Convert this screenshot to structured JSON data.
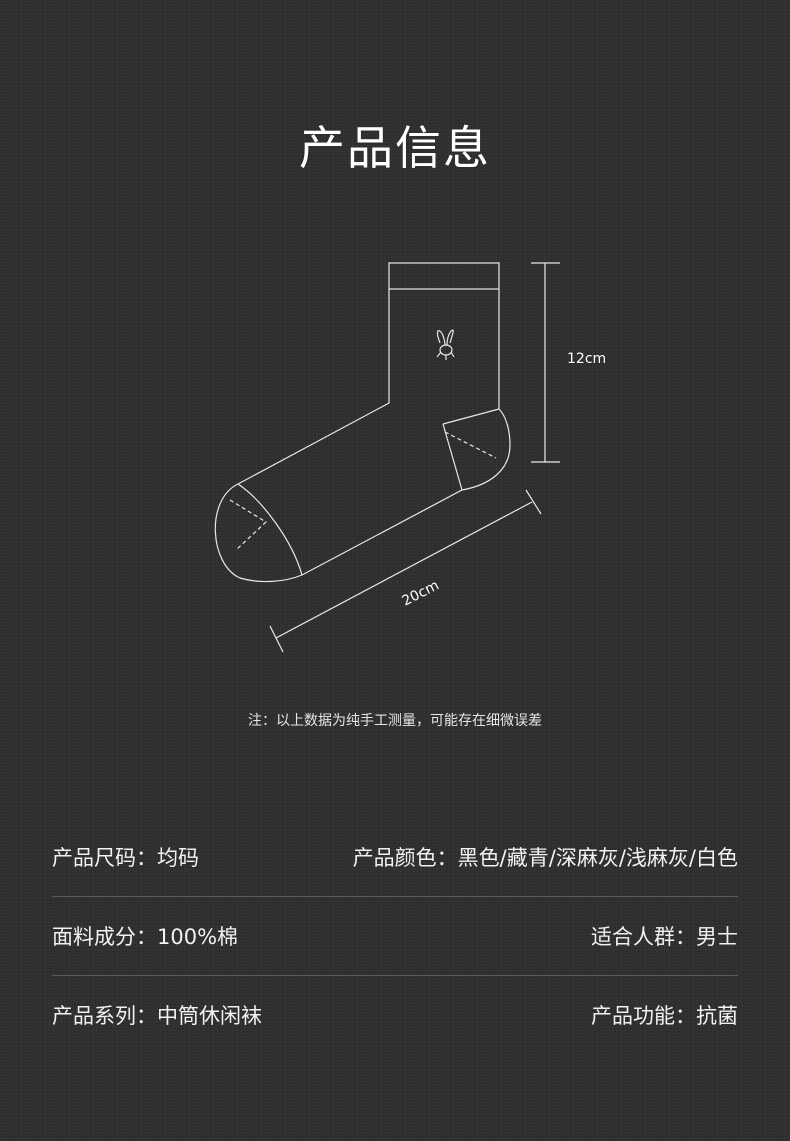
{
  "title": "产品信息",
  "diagram": {
    "height_label": "12cm",
    "length_label": "20cm",
    "logo": "bunny-logo"
  },
  "note": "注：以上数据为纯手工测量，可能存在细微误差",
  "specs": [
    {
      "left": "产品尺码：均码",
      "right": "产品颜色：黑色/藏青/深麻灰/浅麻灰/白色"
    },
    {
      "left": "面料成分：100%棉",
      "right": "适合人群：男士"
    },
    {
      "left": "产品系列：中筒休闲袜",
      "right": "产品功能：抗菌"
    }
  ]
}
